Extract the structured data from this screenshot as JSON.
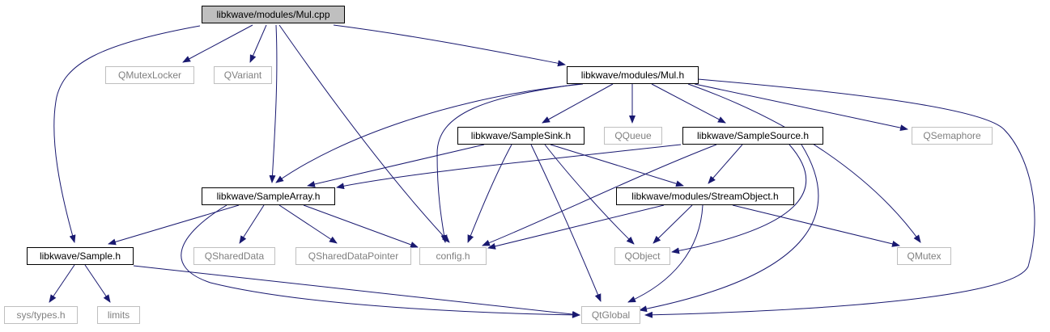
{
  "nodes": {
    "mul_cpp": "libkwave/modules/Mul.cpp",
    "qmutexlocker": "QMutexLocker",
    "qvariant": "QVariant",
    "mul_h": "libkwave/modules/Mul.h",
    "samplesink_h": "libkwave/SampleSink.h",
    "qqueue": "QQueue",
    "samplesource_h": "libkwave/SampleSource.h",
    "qsemaphore": "QSemaphore",
    "samplearray_h": "libkwave/SampleArray.h",
    "streamobject_h": "libkwave/modules/StreamObject.h",
    "sample_h": "libkwave/Sample.h",
    "qshareddata": "QSharedData",
    "qshareddatapointer": "QSharedDataPointer",
    "config_h": "config.h",
    "qobject": "QObject",
    "qmutex": "QMutex",
    "sys_types_h": "sys/types.h",
    "limits": "limits",
    "qtglobal": "QtGlobal"
  },
  "colors": {
    "edge": "#191970",
    "local_border": "#000000",
    "external_border": "#bfbfbf",
    "external_text": "#808080",
    "root_fill": "#bfbfbf"
  }
}
